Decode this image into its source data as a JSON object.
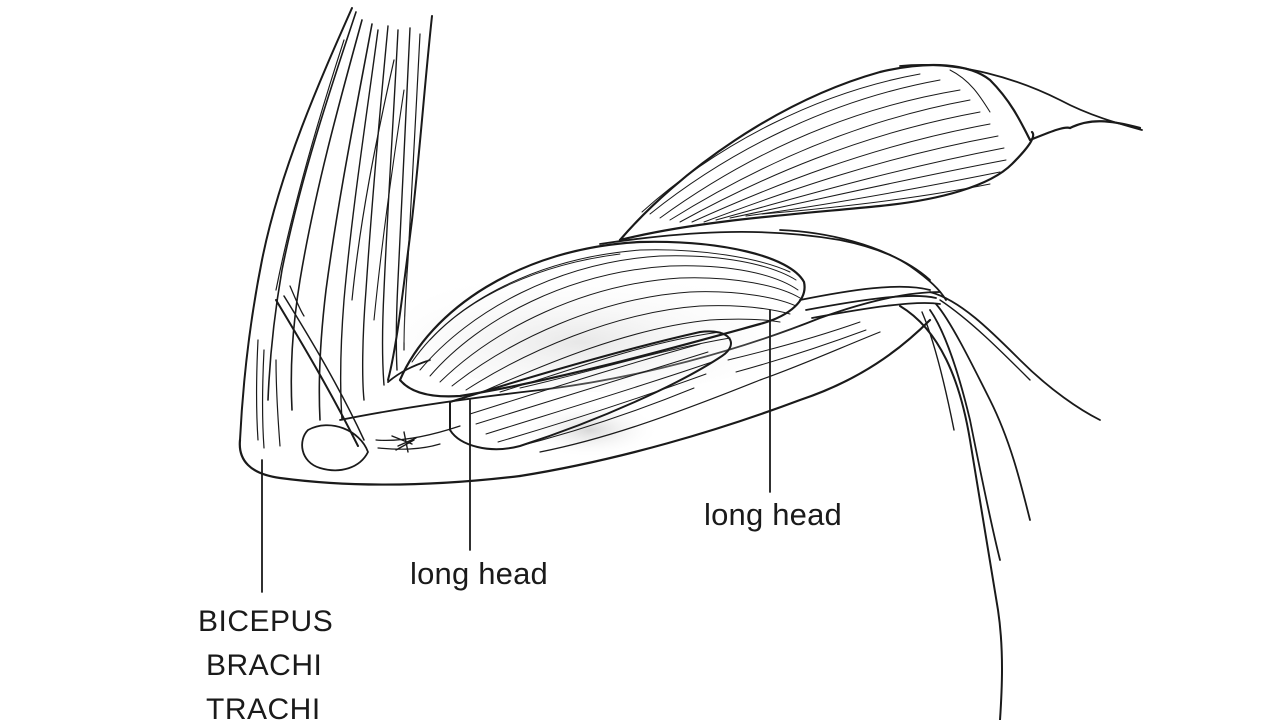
{
  "labels": {
    "long_head_right": "long head",
    "long_head_left": "long head",
    "bicepus_line1": "BICEPUS",
    "bicepus_line2": "BRACHI",
    "bicepus_line3": "TRACHI"
  },
  "colors": {
    "background": "#ffffff",
    "ink": "#1a1a1a",
    "shade": "#c8c8c8"
  }
}
